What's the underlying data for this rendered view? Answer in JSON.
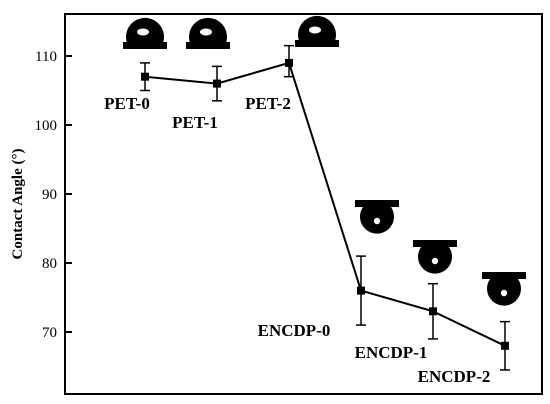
{
  "chart_data": {
    "type": "line",
    "title": "",
    "xlabel": "",
    "ylabel": "Contact Angle (°)",
    "ylim": [
      63,
      115
    ],
    "yticks": [
      70,
      80,
      90,
      100,
      110
    ],
    "grid": false,
    "legend": "none",
    "series": [
      {
        "color": "#000000",
        "marker": "square",
        "points": [
          {
            "label": "PET-0",
            "y": 107,
            "err_low": 2,
            "err_high": 2
          },
          {
            "label": "PET-1",
            "y": 106,
            "err_low": 2.5,
            "err_high": 2.5
          },
          {
            "label": "PET-2",
            "y": 109,
            "err_low": 2,
            "err_high": 2.5
          },
          {
            "label": "ENCDP-0",
            "y": 76,
            "err_low": 5,
            "err_high": 5
          },
          {
            "label": "ENCDP-1",
            "y": 73,
            "err_low": 4,
            "err_high": 4
          },
          {
            "label": "ENCDP-2",
            "y": 68,
            "err_low": 3.5,
            "err_high": 3.5
          }
        ]
      }
    ],
    "droplet_icons": [
      {
        "label": "PET-0",
        "style": "hydrophobic"
      },
      {
        "label": "PET-1",
        "style": "hydrophobic"
      },
      {
        "label": "PET-2",
        "style": "hydrophobic"
      },
      {
        "label": "ENCDP-0",
        "style": "hanging"
      },
      {
        "label": "ENCDP-1",
        "style": "hanging"
      },
      {
        "label": "ENCDP-2",
        "style": "hanging"
      }
    ]
  }
}
